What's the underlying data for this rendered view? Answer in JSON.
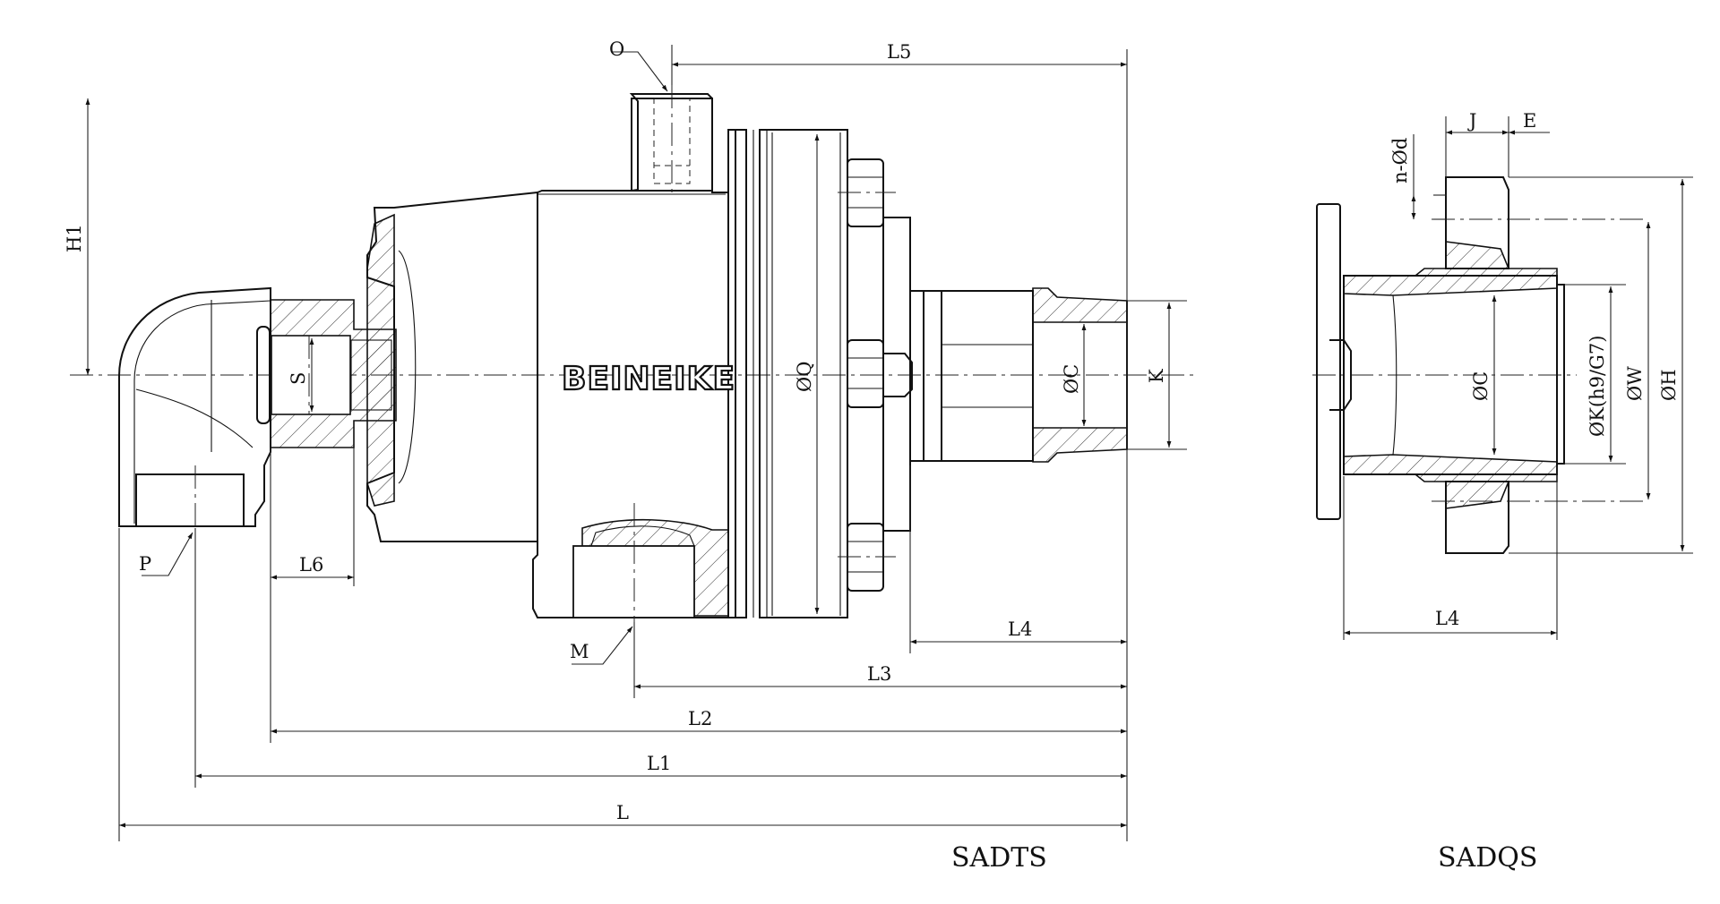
{
  "diagram": {
    "brand": "BEINEIKE",
    "left_view": {
      "title": "SADTS",
      "labels": {
        "L": "L",
        "L1": "L1",
        "L2": "L2",
        "L3": "L3",
        "L4": "L4",
        "L5": "L5",
        "L6": "L6",
        "H1": "H1",
        "O": "O",
        "P": "P",
        "M": "M",
        "S": "S",
        "Q": "ØQ",
        "C": "ØC",
        "K": "K"
      }
    },
    "right_view": {
      "title": "SADQS",
      "labels": {
        "L4": "L4",
        "J": "J",
        "E": "E",
        "nd": "n-Ød",
        "C": "ØC",
        "K": "ØK(h9/G7)",
        "W": "ØW",
        "H": "ØH"
      }
    }
  }
}
